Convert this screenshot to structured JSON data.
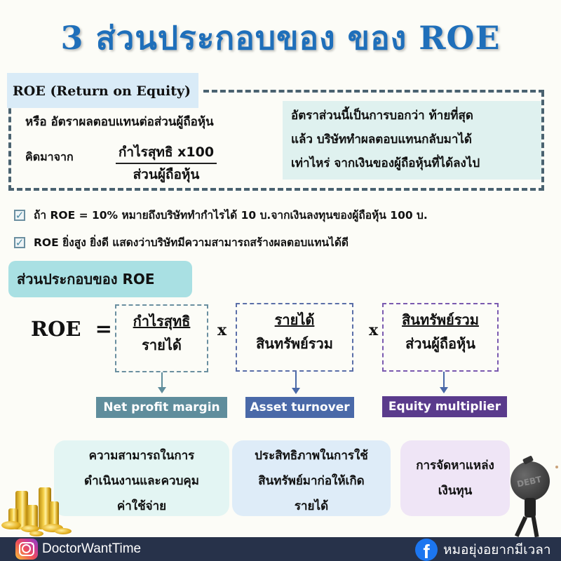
{
  "title": "3 ส่วนประกอบของ ของ ROE",
  "definition": {
    "heading": "ROE (Return on Equity)",
    "alt_name": "หรือ อัตราผลตอบแทนต่อส่วนผู้ถือหุ้น",
    "derived_label": "คิดมาจาก",
    "formula_numerator": "กำไรสุทธิ x100",
    "formula_denominator": "ส่วนผู้ถือหุ้น",
    "explanation_lines": [
      "อัตราส่วนนี้เป็นการบอกว่า ท้ายที่สุด",
      "แล้ว บริษัททำผลตอบแทนกลับมาได้",
      "เท่าไหร่ จากเงินของผู้ถือหุ้นที่ได้ลงไป"
    ]
  },
  "checklist": [
    {
      "icon": "checkbox-checked-icon",
      "text": "ถ้า ROE = 10% หมายถึงบริษัททำกำไรได้ 10 บ.จากเงินลงทุนของผู้ถือหุ้น 100 บ."
    },
    {
      "icon": "checkbox-checked-icon",
      "text": "ROE ยิ่งสูง ยิ่งดี แสดงว่าบริษัทมีความสามารถสร้างผลตอบแทนได้ดี"
    }
  ],
  "components_section": {
    "heading": "ส่วนประกอบของ ROE",
    "equation_label": "ROE  =",
    "operator": "x",
    "components": [
      {
        "numerator": "กำไรสุทธิ",
        "denominator": "รายได้",
        "name": "Net profit margin",
        "color": "#5f8d9c",
        "description_lines": [
          "ความสามารถในการ",
          "ดำเนินงานและควบคุม",
          "ค่าใช้จ่าย"
        ],
        "description_bg": "#e3f5f3"
      },
      {
        "numerator": "รายได้",
        "denominator": "สินทรัพย์รวม",
        "name": "Asset turnover",
        "color": "#4a69a8",
        "description_lines": [
          "ประสิทธิภาพในการใช้",
          "สินทรัพย์มาก่อให้เกิด",
          "รายได้"
        ],
        "description_bg": "#deecf8"
      },
      {
        "numerator": "สินทรัพย์รวม",
        "denominator": "ส่วนผู้ถือหุ้น",
        "name": "Equity multiplier",
        "color": "#5a3b8c",
        "description_lines": [
          "การจัดหาแหล่ง",
          "เงินทุน"
        ],
        "description_bg": "#efe5f6"
      }
    ]
  },
  "illustrations": {
    "coins": "gold-coin-stacks",
    "debt_figure_text": "DEBT"
  },
  "footer": {
    "instagram_handle": "DoctorWantTime",
    "facebook_page": "หมอยุ่งอยากมีเวลา"
  }
}
